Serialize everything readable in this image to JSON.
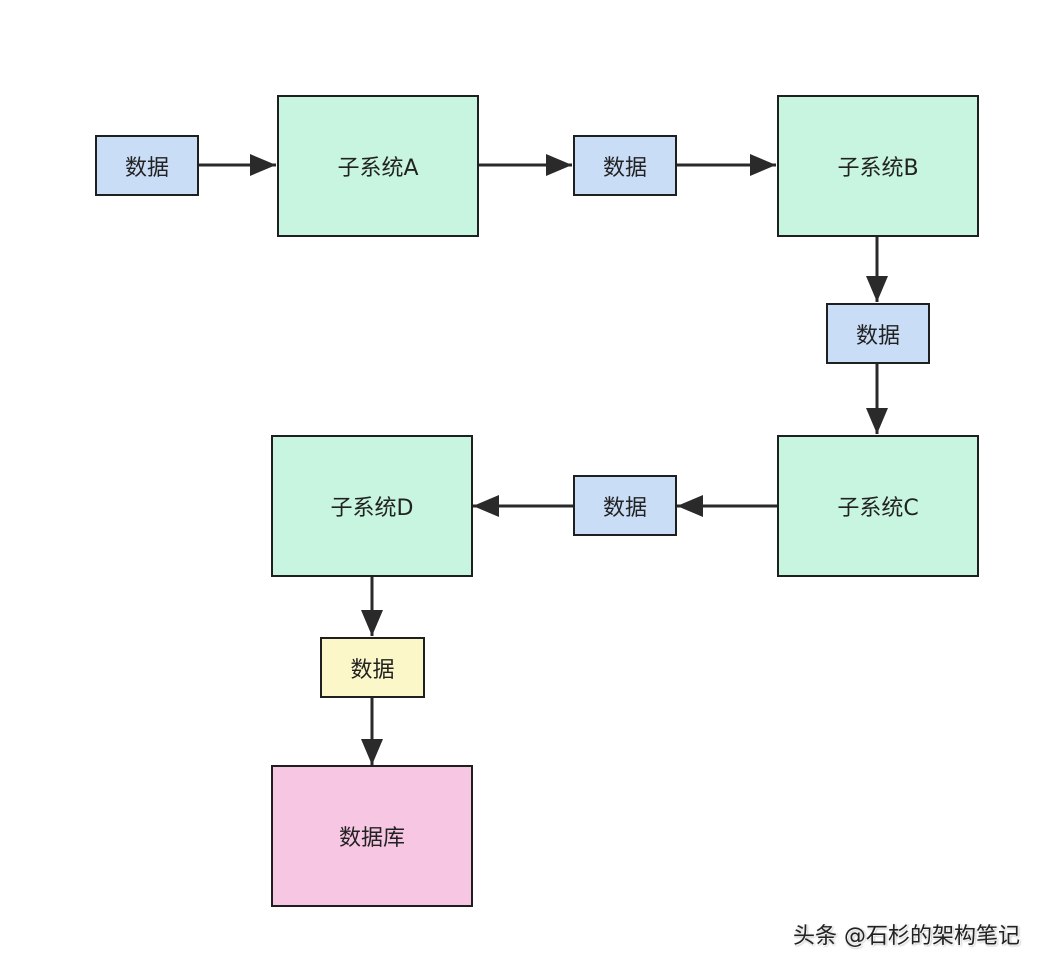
{
  "nodes": {
    "data1": {
      "label": "数据"
    },
    "sysA": {
      "label": "子系统A"
    },
    "data2": {
      "label": "数据"
    },
    "sysB": {
      "label": "子系统B"
    },
    "data3": {
      "label": "数据"
    },
    "sysC": {
      "label": "子系统C"
    },
    "data4": {
      "label": "数据"
    },
    "sysD": {
      "label": "子系统D"
    },
    "data5": {
      "label": "数据"
    },
    "db": {
      "label": "数据库"
    }
  },
  "edges": [
    {
      "from": "data1",
      "to": "sysA"
    },
    {
      "from": "sysA",
      "to": "data2"
    },
    {
      "from": "data2",
      "to": "sysB"
    },
    {
      "from": "sysB",
      "to": "data3"
    },
    {
      "from": "data3",
      "to": "sysC"
    },
    {
      "from": "sysC",
      "to": "data4"
    },
    {
      "from": "data4",
      "to": "sysD"
    },
    {
      "from": "sysD",
      "to": "data5"
    },
    {
      "from": "data5",
      "to": "db"
    }
  ],
  "colors": {
    "data": "#c9ddf7",
    "data_highlight": "#fbf7c8",
    "subsystem": "#c8f5e0",
    "database": "#f7c6e2",
    "stroke": "#1f1f1f"
  },
  "watermark": "头条 @石杉的架构笔记"
}
